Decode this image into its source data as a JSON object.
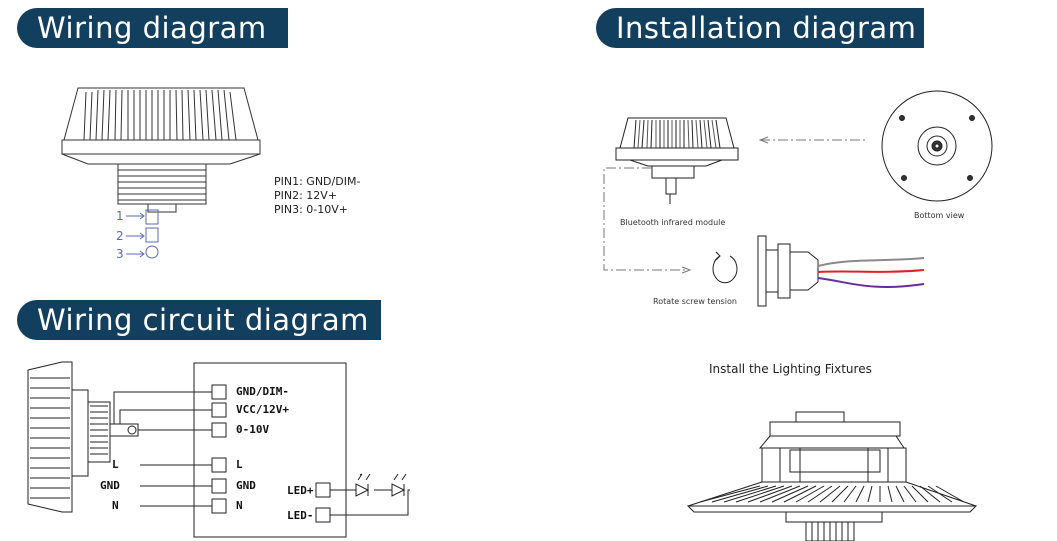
{
  "headers": {
    "wiring": "Wiring diagram",
    "installation": "Installation diagram",
    "circuit": "Wiring circuit diagram"
  },
  "pins": [
    "PIN1: GND/DIM-",
    "PIN2: 12V+",
    "PIN3: 0-10V+"
  ],
  "pin_arrows": [
    "1",
    "2",
    "3"
  ],
  "installation": {
    "module_label": "Bluetooth infrared module",
    "bottom_label": "Bottom view",
    "rotate_label": "Rotate screw tension",
    "install_title": "Install the Lighting Fixtures"
  },
  "circuit": {
    "terminals": [
      "GND/DIM-",
      "VCC/12V+",
      "0-10V",
      "L",
      "GND",
      "N"
    ],
    "side_labels": [
      "L",
      "GND",
      "N"
    ],
    "led_labels": [
      "LED+",
      "LED-"
    ]
  },
  "wire_colors": {
    "grey": "#8a8a8a",
    "red": "#d6262a",
    "purple": "#6a2c9a"
  },
  "accent": "#123f5e"
}
